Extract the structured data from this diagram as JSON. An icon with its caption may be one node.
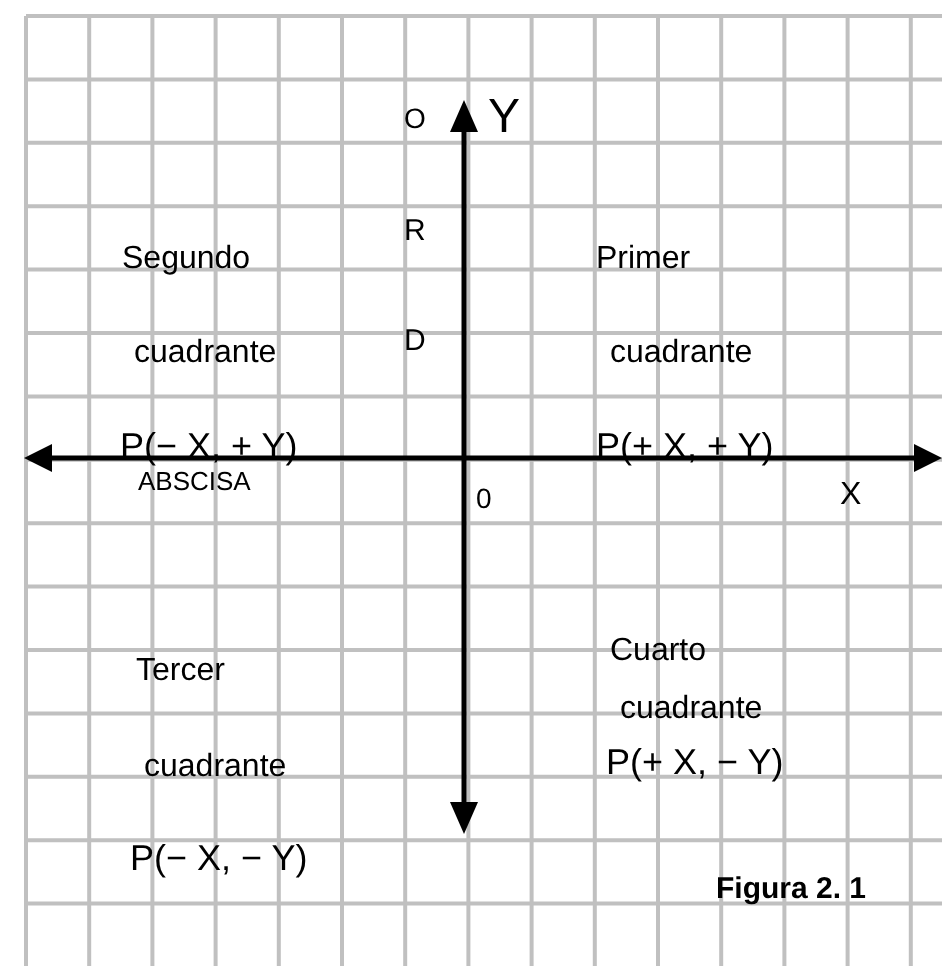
{
  "diagram": {
    "caption": "Figura 2. 1",
    "labels": [
      "O",
      "Y",
      "R",
      "D",
      "Segundo",
      "Primer",
      "cuadrante",
      "cuadrante",
      "P(− X, + Y)",
      "P(+ X, + Y)",
      "ABSCISA",
      "0",
      "X",
      "Cuarto",
      "Tercer",
      "cuadrante",
      "cuadrante",
      "P(+ X, − Y)",
      "P(− X, − Y)"
    ]
  }
}
